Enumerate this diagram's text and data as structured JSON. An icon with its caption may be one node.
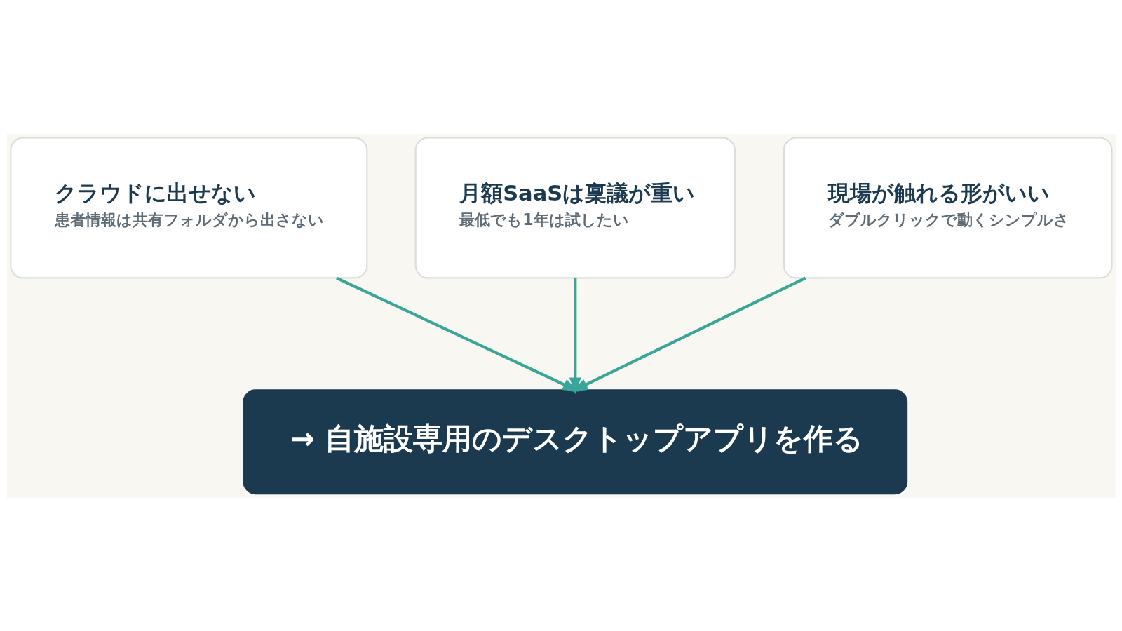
{
  "diagram": {
    "nodes": [
      {
        "text": [
          "クラウドに出せない",
          "患者情報は共有フォルダから出さない"
        ]
      },
      {
        "text": [
          "月額SaaSは稟議が重い",
          "最低でも1年は試したい"
        ]
      },
      {
        "text": [
          "現場が触れる形がいい",
          "ダブルクリックで動くシンプルさ"
        ]
      },
      {
        "text": [
          "→ 自施設専用のデスクトップアプリを作る"
        ]
      }
    ],
    "edges": [
      {
        "from": 0,
        "to": 3,
        "arrow": "to"
      },
      {
        "from": 1,
        "to": 3,
        "arrow": "to"
      },
      {
        "from": 2,
        "to": 3,
        "arrow": "to"
      }
    ]
  }
}
